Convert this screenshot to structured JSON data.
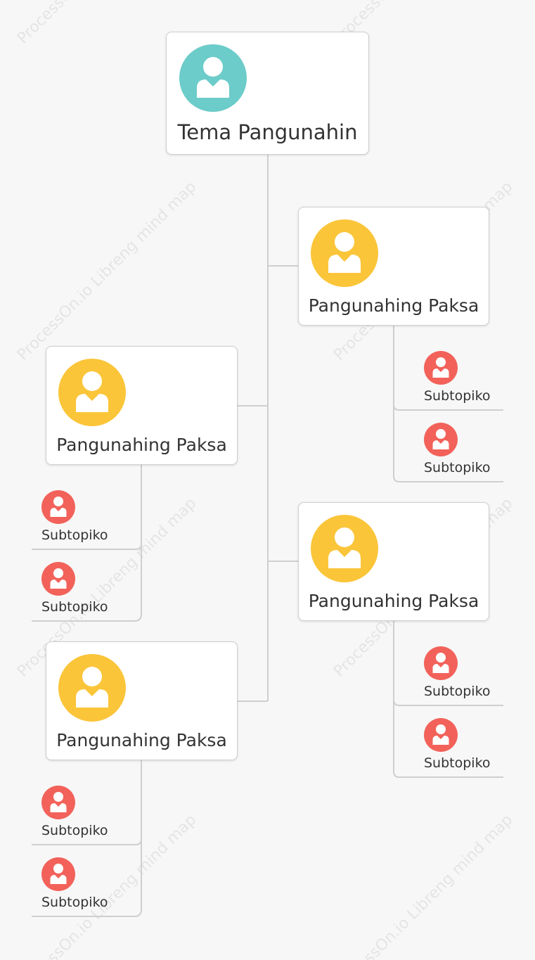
{
  "watermark": "ProcessOn.io Libreng mind map",
  "colors": {
    "root_avatar": "#6cccc9",
    "topic_avatar": "#fbc53a",
    "sub_avatar": "#f2625a",
    "connector": "#cfcfcf",
    "background": "#f7f7f7"
  },
  "root": {
    "label": "Tema Pangunahin",
    "icon": "user-icon"
  },
  "topics": [
    {
      "label": "Pangunahing Paksa",
      "icon": "user-icon",
      "side": "right",
      "subtopics": [
        {
          "label": "Subtopiko",
          "icon": "user-icon"
        },
        {
          "label": "Subtopiko",
          "icon": "user-icon"
        }
      ]
    },
    {
      "label": "Pangunahing Paksa",
      "icon": "user-icon",
      "side": "left",
      "subtopics": [
        {
          "label": "Subtopiko",
          "icon": "user-icon"
        },
        {
          "label": "Subtopiko",
          "icon": "user-icon"
        }
      ]
    },
    {
      "label": "Pangunahing Paksa",
      "icon": "user-icon",
      "side": "right",
      "subtopics": [
        {
          "label": "Subtopiko",
          "icon": "user-icon"
        },
        {
          "label": "Subtopiko",
          "icon": "user-icon"
        }
      ]
    },
    {
      "label": "Pangunahing Paksa",
      "icon": "user-icon",
      "side": "left",
      "subtopics": [
        {
          "label": "Subtopiko",
          "icon": "user-icon"
        },
        {
          "label": "Subtopiko",
          "icon": "user-icon"
        }
      ]
    }
  ]
}
